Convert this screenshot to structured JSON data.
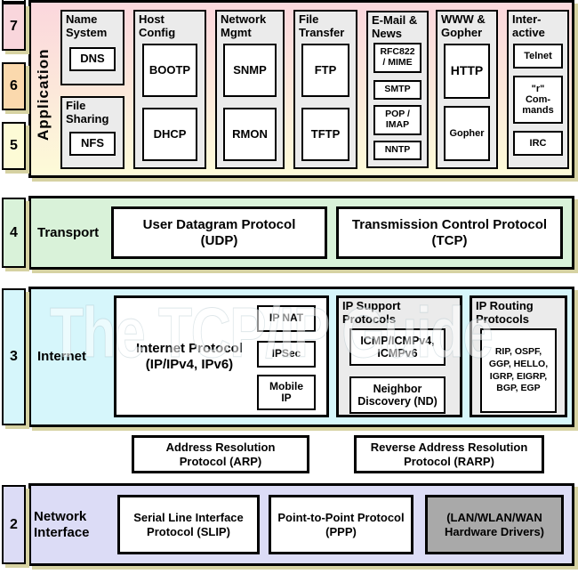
{
  "watermark": "The TCP/IP Guide",
  "colors": {
    "layer7": "#f9d6dc",
    "layer6": "#fbd9ad",
    "layer5": "#fdfbd6",
    "layer4_transport": "#d9f2d9",
    "layer3_internet": "#d6f6fb",
    "layer2_network": "#dcdcf6",
    "group_box": "#ebebeb",
    "hardware_box": "#a9a9a9",
    "shadow": "#d6d2a2"
  },
  "layer_numbers": {
    "l7": "7",
    "l6": "6",
    "l5": "5",
    "l4": "4",
    "l3": "3",
    "l2": "2"
  },
  "application": {
    "label": "Application",
    "groups": {
      "name_system": {
        "title": "Name\nSystem",
        "dns": "DNS"
      },
      "file_sharing": {
        "title": "File\nSharing",
        "nfs": "NFS"
      },
      "host_config": {
        "title": "Host\nConfig",
        "bootp": "BOOTP",
        "dhcp": "DHCP"
      },
      "network_mgmt": {
        "title": "Network\nMgmt",
        "snmp": "SNMP",
        "rmon": "RMON"
      },
      "file_transfer": {
        "title": "File\nTransfer",
        "ftp": "FTP",
        "tftp": "TFTP"
      },
      "email_news": {
        "title": "E-Mail &\nNews",
        "rfc822_mime": "RFC822\n/ MIME",
        "smtp": "SMTP",
        "pop_imap": "POP /\nIMAP",
        "nntp": "NNTP"
      },
      "www_gopher": {
        "title": "WWW &\nGopher",
        "http": "HTTP",
        "gopher": "Gopher"
      },
      "interactive": {
        "title": "Inter-\nactive",
        "telnet": "Telnet",
        "r_commands": "\"r\"\nCom-\nmands",
        "irc": "IRC"
      }
    }
  },
  "transport": {
    "label": "Transport",
    "udp": "User Datagram Protocol\n(UDP)",
    "tcp": "Transmission Control Protocol\n(TCP)"
  },
  "internet": {
    "label": "Internet",
    "ip": "Internet Protocol\n(IP/IPv4, IPv6)",
    "ip_nat": "IP NAT",
    "ipsec": "IPSec",
    "mobile_ip": "Mobile\nIP",
    "support": {
      "title": "IP Support\nProtocols",
      "icmp": "ICMP/ICMPv4,\nICMPv6",
      "nd": "Neighbor\nDiscovery (ND)"
    },
    "routing": {
      "title": "IP Routing\nProtocols",
      "list": "RIP, OSPF,\nGGP, HELLO,\nIGRP, EIGRP,\nBGP, EGP"
    }
  },
  "arp_row": {
    "arp": "Address Resolution\nProtocol (ARP)",
    "rarp": "Reverse Address Resolution\nProtocol (RARP)"
  },
  "network_interface": {
    "label": "Network\nInterface",
    "slip": "Serial Line Interface\nProtocol (SLIP)",
    "ppp": "Point-to-Point Protocol\n(PPP)",
    "hardware": "(LAN/WLAN/WAN\nHardware Drivers)"
  }
}
